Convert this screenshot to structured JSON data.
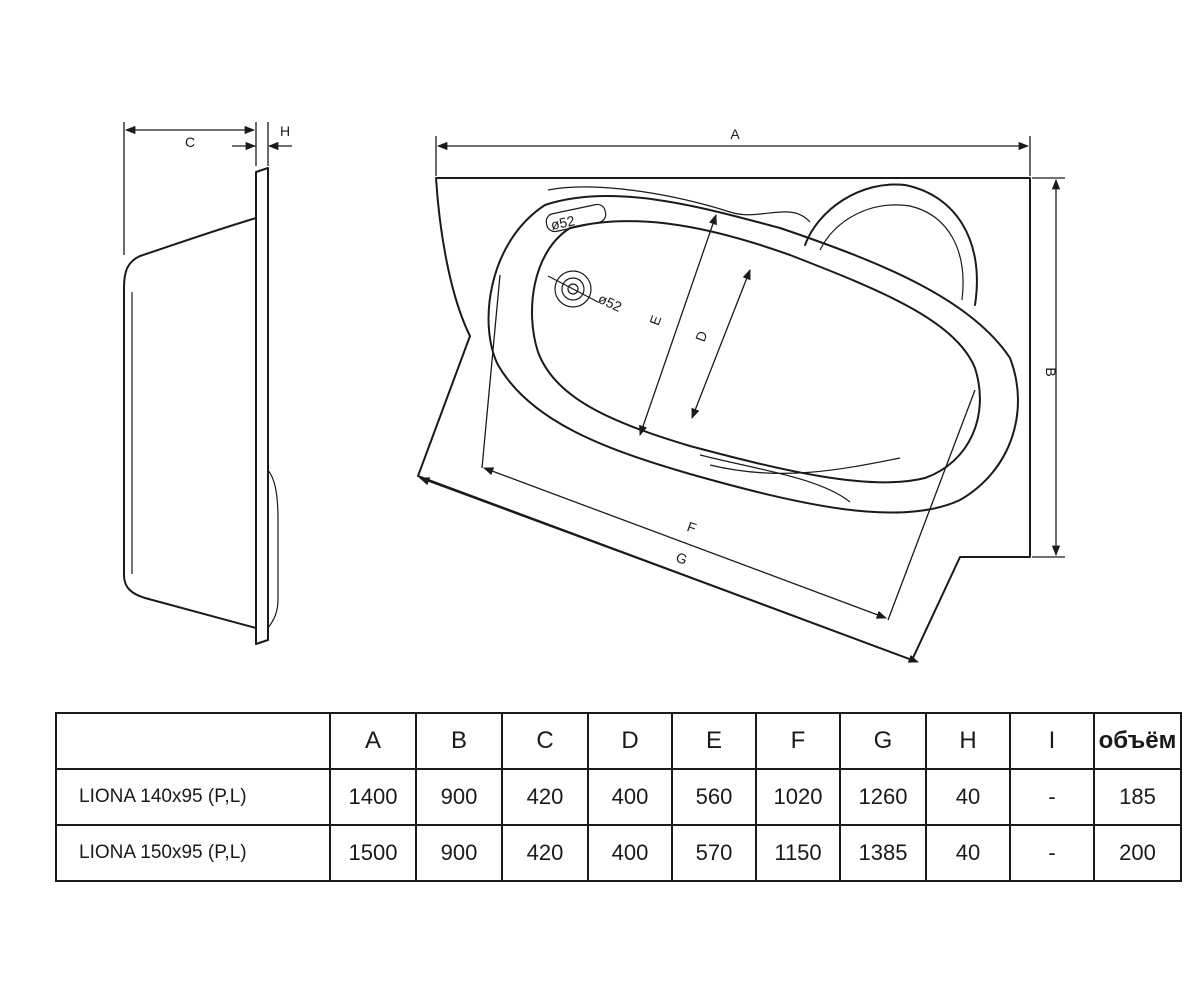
{
  "drawing": {
    "side_labels": {
      "c": "C",
      "h": "H"
    },
    "top_labels": {
      "a": "A",
      "b": "B",
      "d": "D",
      "e": "E",
      "f": "F",
      "g": "G"
    },
    "hole_labels": {
      "upper": "ø52",
      "lower": "ø52"
    }
  },
  "table": {
    "headers": [
      "",
      "A",
      "B",
      "C",
      "D",
      "E",
      "F",
      "G",
      "H",
      "I",
      "объём"
    ],
    "rows": [
      {
        "model": "LIONA 140x95 (P,L)",
        "values": [
          "1400",
          "900",
          "420",
          "400",
          "560",
          "1020",
          "1260",
          "40",
          "-",
          "185"
        ]
      },
      {
        "model": "LIONA 150x95 (P,L)",
        "values": [
          "1500",
          "900",
          "420",
          "400",
          "570",
          "1150",
          "1385",
          "40",
          "-",
          "200"
        ]
      }
    ]
  }
}
